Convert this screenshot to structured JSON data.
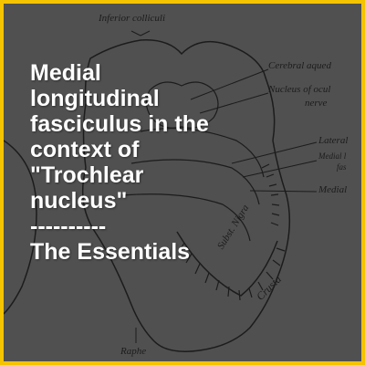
{
  "colors": {
    "frame": "#f5c400",
    "background": "#505050",
    "drawing": "#1c1c1c",
    "title_text": "#ffffff"
  },
  "illustration": {
    "labels": {
      "inferior_colliculi": "Inferior colliculi",
      "cerebral_aqueduct": "Cerebral aqued",
      "nucleus_of_oculomotor": "Nucleus of ocul",
      "nerve": "nerve",
      "lateral": "Lateral",
      "medial_fasciculus_1": "Medial l",
      "medial_fasciculus_2": "fas",
      "medial": "Medial",
      "subst_nigra": "Subst. Nigra",
      "crusta": "Crusta",
      "raphe": "Raphe"
    }
  },
  "title": {
    "line1": "Medial",
    "line2": "longitudinal",
    "line3": "fasciculus in the",
    "line4": "context of",
    "line5": "\"Trochlear",
    "line6": "nucleus\"",
    "separator": "----------",
    "subtitle": "The Essentials"
  }
}
